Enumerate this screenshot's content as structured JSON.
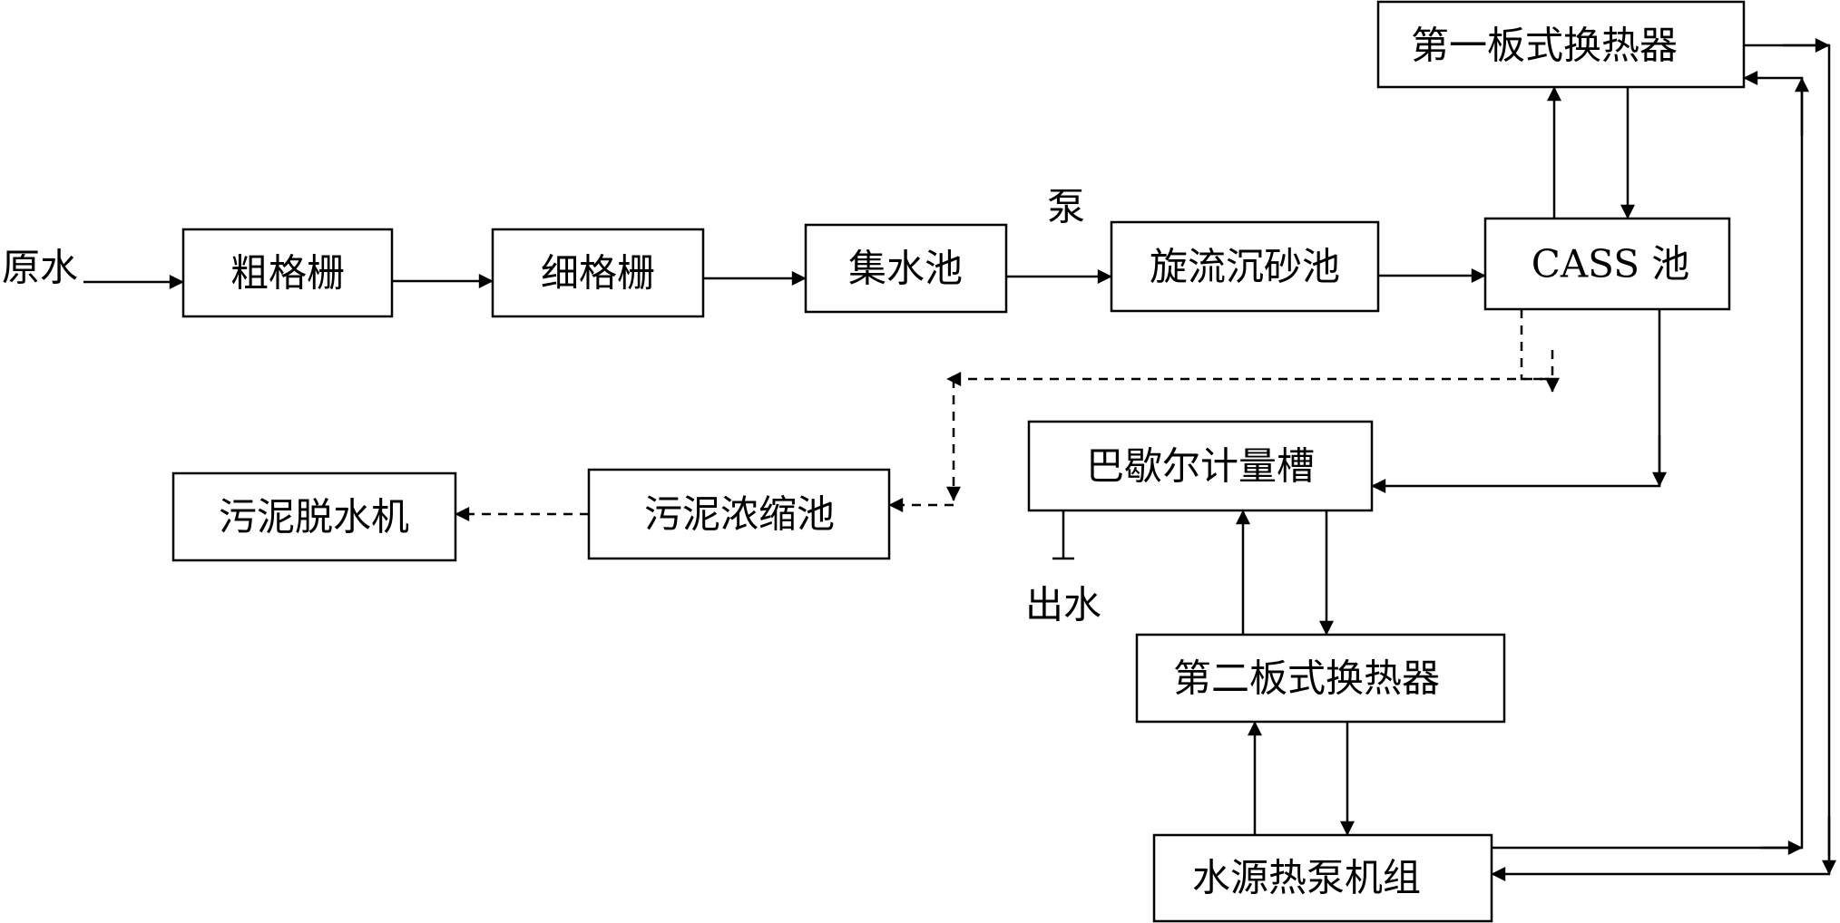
{
  "nodes": {
    "raw_water": "原水",
    "coarse_screen": "粗格栅",
    "fine_screen": "细格栅",
    "collection_tank": "集水池",
    "pump": "泵",
    "grit_chamber": "旋流沉砂池",
    "cass_tank": "CASS 池",
    "plate_hx_1": "第一板式换热器",
    "parshall_flume": "巴歇尔计量槽",
    "outlet": "出水",
    "plate_hx_2": "第二板式换热器",
    "heat_pump_unit": "水源热泵机组",
    "sludge_thickener": "污泥浓缩池",
    "sludge_dewatering": "污泥脱水机"
  }
}
